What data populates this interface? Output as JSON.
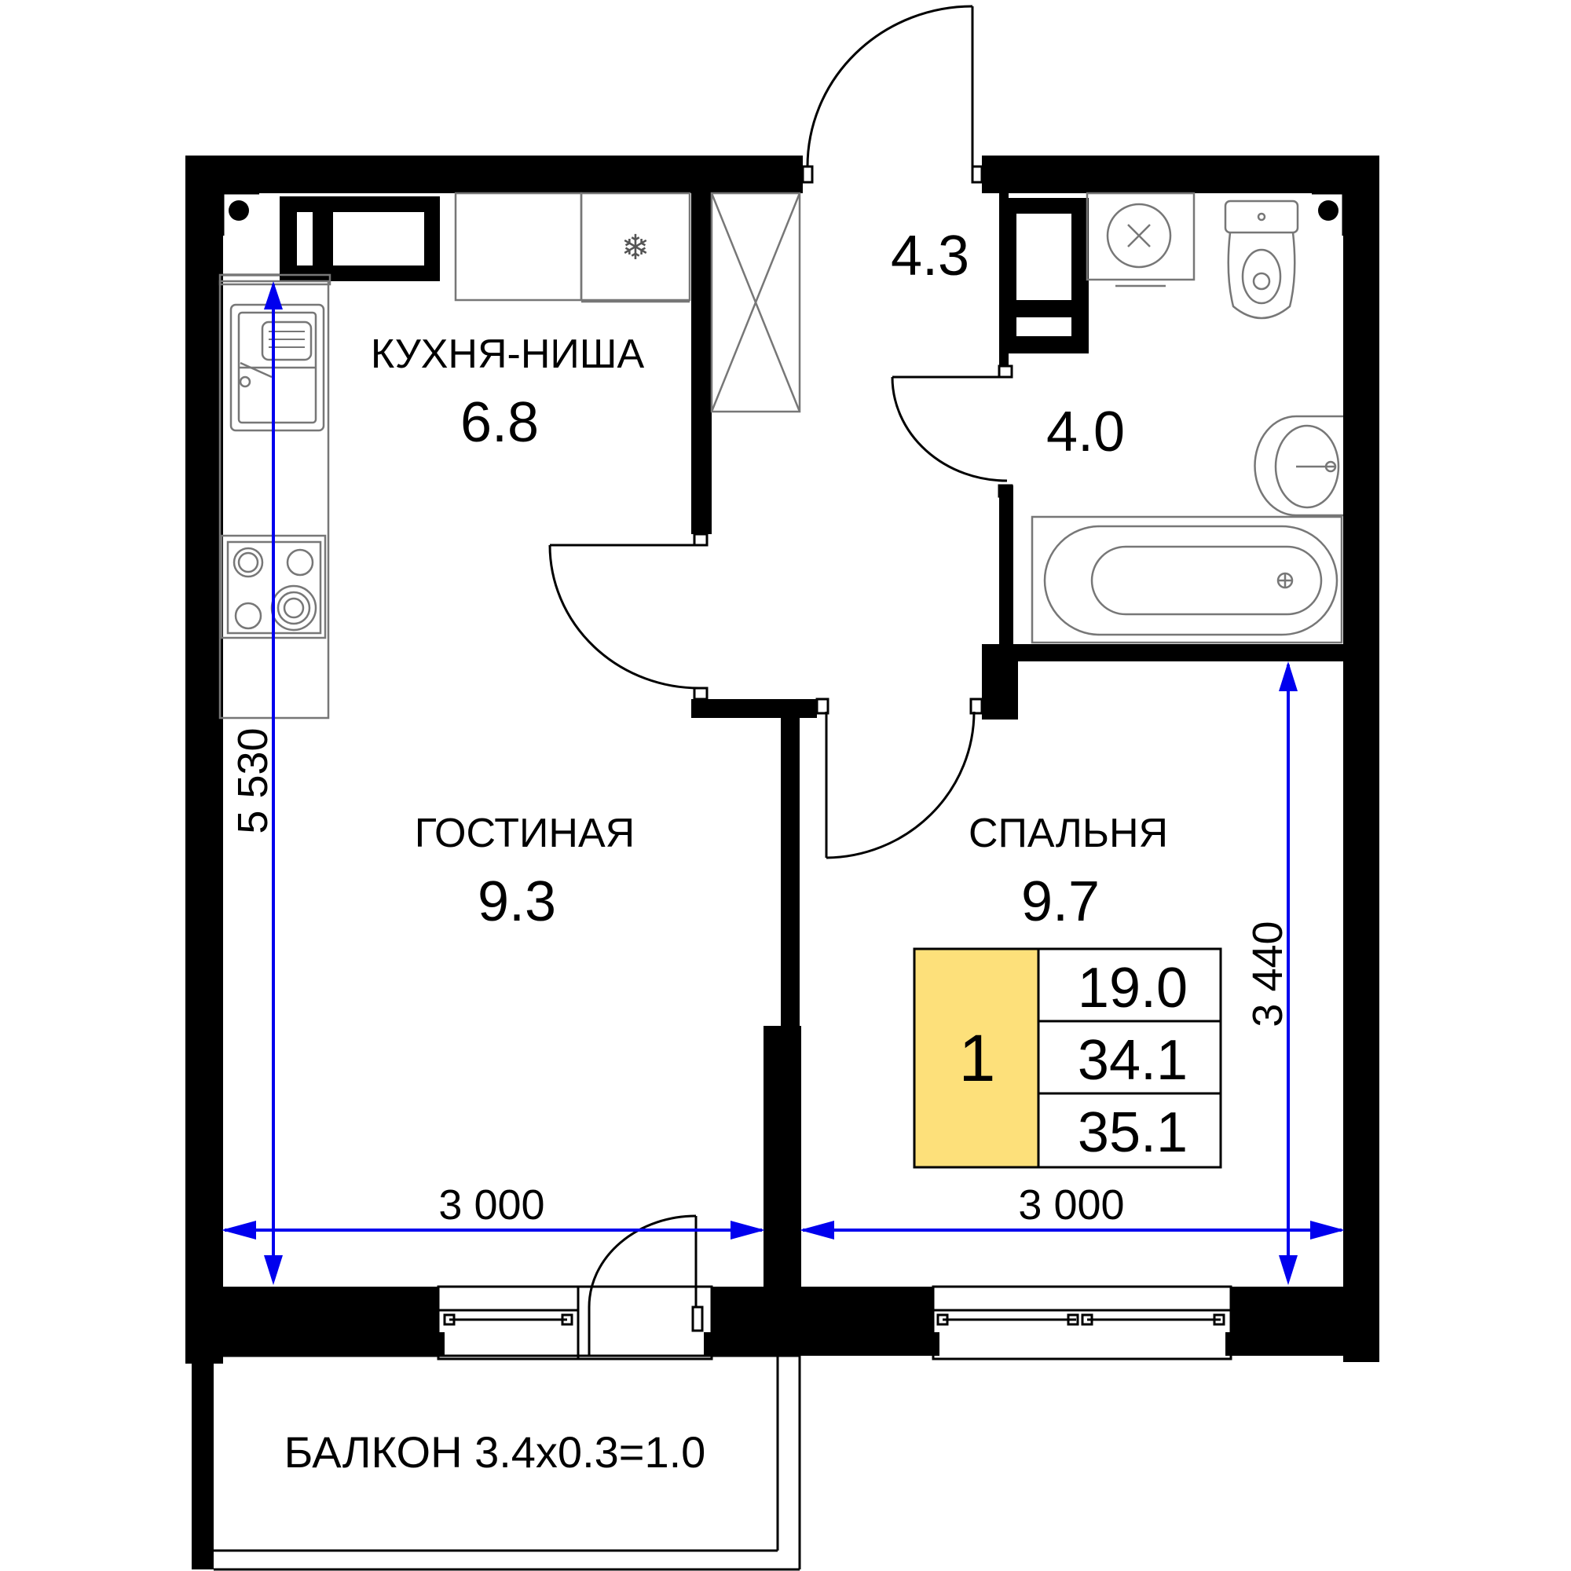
{
  "rooms": {
    "kitchen": {
      "name": "КУХНЯ-НИША",
      "area": "6.8"
    },
    "hall": {
      "area": "4.3"
    },
    "bathroom": {
      "area": "4.0"
    },
    "living": {
      "name": "ГОСТИНАЯ",
      "area": "9.3"
    },
    "bedroom": {
      "name": "СПАЛЬНЯ",
      "area": "9.7"
    }
  },
  "dimensions": {
    "left_height": "5 530",
    "right_height": "3 440",
    "left_width": "3 000",
    "right_width": "3 000"
  },
  "summary": {
    "rooms_count": "1",
    "living_area": "19.0",
    "total_area": "34.1",
    "total_with_balcony": "35.1",
    "accent_color": "#fde07a"
  },
  "balcony": {
    "label": "БАЛКОН 3.4x0.3=1.0"
  },
  "colors": {
    "walls": "#000000",
    "dimension_lines": "#0000ee"
  }
}
